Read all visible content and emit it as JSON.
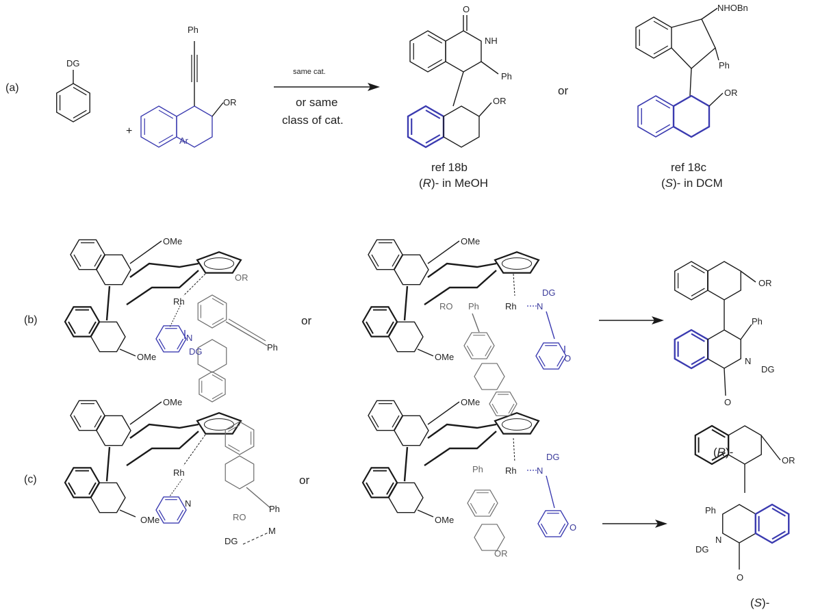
{
  "colors": {
    "ink": "#1a1a1a",
    "highlight": "#3b3bb0",
    "substrate": "#6a6a6a"
  },
  "panel_a": {
    "label": "(a)",
    "dg": "DG",
    "plus": "+",
    "alkyne_ph": "Ph",
    "ar": "Ar",
    "or_group": "OR",
    "arrow_top": "same cat.",
    "arrow_bottom_1": "or same",
    "arrow_bottom_2": "class of cat.",
    "product1": {
      "o": "O",
      "nh": "NH",
      "ph": "Ph",
      "or_group": "OR",
      "ref": "ref 18b",
      "cond_pre": "(",
      "cond_r": "R",
      "cond_post": ")- in MeOH"
    },
    "or_word": "or",
    "product2": {
      "nhobn": "NHOBn",
      "ph": "Ph",
      "or_group": "OR",
      "ref": "ref 18c",
      "cond_pre": "(",
      "cond_s": "S",
      "cond_post": ")- in DCM"
    }
  },
  "panel_b": {
    "label": "(b)",
    "left": {
      "ome1": "OMe",
      "ome2": "OMe",
      "rh": "Rh",
      "or_group": "OR",
      "ph": "Ph",
      "n": "N",
      "dg": "DG"
    },
    "or_word": "or",
    "right": {
      "ome1": "OMe",
      "ome2": "OMe",
      "ro": "RO",
      "ph": "Ph",
      "rh": "Rh",
      "n": "N",
      "dg": "DG",
      "o": "O"
    },
    "product": {
      "or_group": "OR",
      "ph": "Ph",
      "n": "N",
      "dg": "DG",
      "o": "O",
      "conf_pre": "(",
      "conf": "R",
      "conf_post": ")-"
    }
  },
  "panel_c": {
    "label": "(c)",
    "left": {
      "ome1": "OMe",
      "ome2": "OMe",
      "rh": "Rh",
      "n": "N",
      "ro": "RO",
      "ph": "Ph",
      "dg": "DG",
      "m": "M"
    },
    "or_word": "or",
    "right": {
      "ome1": "OMe",
      "ome2": "OMe",
      "ph": "Ph",
      "rh": "Rh",
      "n": "N",
      "dg": "DG",
      "o": "O",
      "or_group": "OR"
    },
    "product": {
      "or_group": "OR",
      "ph": "Ph",
      "n": "N",
      "dg": "DG",
      "o": "O",
      "conf_pre": "(",
      "conf": "S",
      "conf_post": ")-"
    }
  }
}
